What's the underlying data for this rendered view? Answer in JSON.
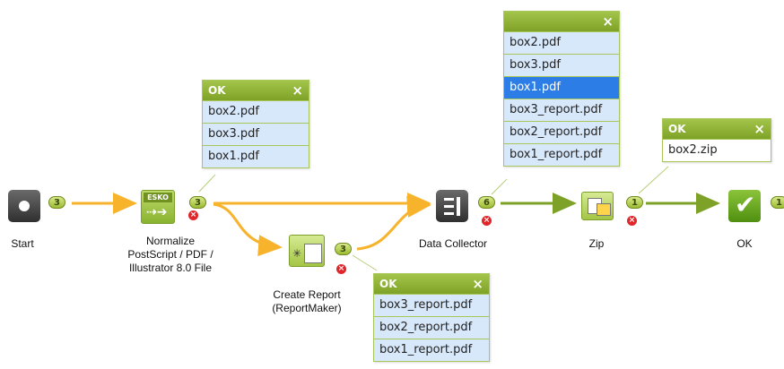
{
  "nodes": {
    "start": {
      "label": "Start"
    },
    "normalize": {
      "label_lines": [
        "Normalize",
        "PostScript / PDF /",
        "Illustrator 8.0 File"
      ],
      "badge_text": "ESKO"
    },
    "report": {
      "label_lines": [
        "Create Report",
        "(ReportMaker)"
      ]
    },
    "collector": {
      "label": "Data Collector"
    },
    "zip": {
      "label": "Zip"
    },
    "ok": {
      "label": "OK"
    }
  },
  "counts": {
    "start_out": "3",
    "normalize_out": "3",
    "report_out": "3",
    "collector_out": "6",
    "zip_out": "1",
    "ok_out": "1"
  },
  "panels": {
    "normalize": {
      "title": "OK",
      "close": "×",
      "files": [
        "box2.pdf",
        "box3.pdf",
        "box1.pdf"
      ]
    },
    "collector": {
      "title": "",
      "close": "×",
      "files": [
        "box2.pdf",
        "box3.pdf",
        "box1.pdf",
        "box3_report.pdf",
        "box2_report.pdf",
        "box1_report.pdf"
      ],
      "selected_index": 2
    },
    "zip": {
      "title": "OK",
      "close": "×",
      "files": [
        "box2.zip"
      ]
    },
    "report": {
      "title": "OK",
      "close": "×",
      "files": [
        "box3_report.pdf",
        "box2_report.pdf",
        "box1_report.pdf"
      ]
    }
  },
  "colors": {
    "connector_orange": "#f7b32b",
    "connector_green": "#7ea227",
    "panel_border": "#a9c65a",
    "selected_row": "#2c7ee6",
    "file_row": "#d8e8fb",
    "error": "#e0262a"
  }
}
